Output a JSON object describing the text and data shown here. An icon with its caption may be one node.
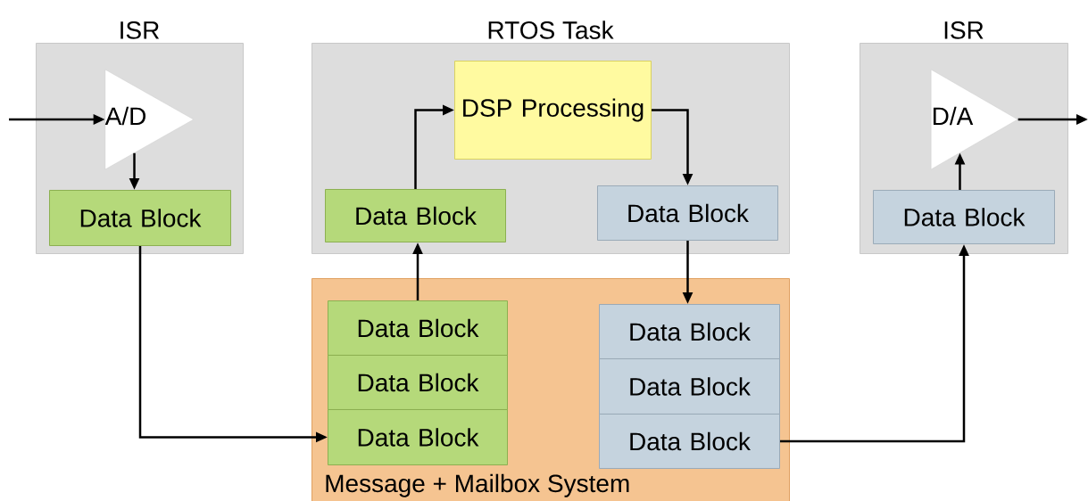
{
  "diagram": {
    "nodes": [
      {
        "text": [
          "ISR"
        ]
      },
      {
        "text": [
          "RTOS Task"
        ]
      },
      {
        "text": [
          "ISR"
        ]
      },
      {
        "text": [
          "Message + Mailbox System"
        ]
      },
      {
        "text": [
          "A/D"
        ],
        "in": 0
      },
      {
        "text": [
          "Data Block"
        ],
        "in": 0
      },
      {
        "text": [
          "DSP Processing"
        ],
        "in": 1
      },
      {
        "text": [
          "Data Block"
        ],
        "in": 1
      },
      {
        "text": [
          "Data Block"
        ],
        "in": 1
      },
      {
        "text": [
          "D/A"
        ],
        "in": 2
      },
      {
        "text": [
          "Data Block"
        ],
        "in": 2
      },
      {
        "text": [
          "Data Block"
        ],
        "in": 3
      },
      {
        "text": [
          "Data Block"
        ],
        "in": 3
      },
      {
        "text": [
          "Data Block"
        ],
        "in": 3
      },
      {
        "text": [
          "Data Block"
        ],
        "in": 3
      },
      {
        "text": [
          "Data Block"
        ],
        "in": 3
      },
      {
        "text": [
          "Data Block"
        ],
        "in": 3
      }
    ],
    "edges": [
      {
        "from": null,
        "to": 4,
        "arrow": "to"
      },
      {
        "from": 4,
        "to": 5,
        "arrow": "to"
      },
      {
        "from": 5,
        "to": 13,
        "arrow": "to"
      },
      {
        "from": 11,
        "to": 7,
        "arrow": "to"
      },
      {
        "from": 7,
        "to": 6,
        "arrow": "to"
      },
      {
        "from": 6,
        "to": 8,
        "arrow": "to"
      },
      {
        "from": 8,
        "to": 14,
        "arrow": "to"
      },
      {
        "from": 16,
        "to": 10,
        "arrow": "to"
      },
      {
        "from": 10,
        "to": 9,
        "arrow": "to"
      },
      {
        "from": 9,
        "to": null,
        "arrow": "to"
      }
    ]
  }
}
